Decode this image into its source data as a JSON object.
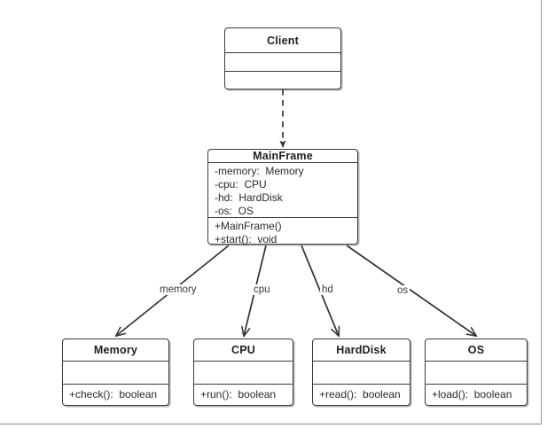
{
  "diagram": {
    "kind": "uml-class-diagram",
    "background": "#ffffff",
    "stroke_color": "#3a3a3a",
    "text_color": "#1d1d1d"
  },
  "classes": [
    {
      "id": "client",
      "name": "Client",
      "attributes": [],
      "operations": []
    },
    {
      "id": "mainframe",
      "name": "MainFrame",
      "attributes": [
        "-memory:  Memory",
        "-cpu:  CPU",
        "-hd:  HardDisk",
        "-os:  OS"
      ],
      "operations": [
        "+MainFrame()",
        "+start():  void"
      ]
    },
    {
      "id": "memory",
      "name": "Memory",
      "attributes": [],
      "operations": [
        "+check():  boolean"
      ]
    },
    {
      "id": "cpu",
      "name": "CPU",
      "attributes": [],
      "operations": [
        "+run():  boolean"
      ]
    },
    {
      "id": "harddisk",
      "name": "HardDisk",
      "attributes": [],
      "operations": [
        "+read():  boolean"
      ]
    },
    {
      "id": "os",
      "name": "OS",
      "attributes": [],
      "operations": [
        "+load():  boolean"
      ]
    }
  ],
  "edges": [
    {
      "id": "client-to-mainframe",
      "from": "client",
      "to": "mainframe",
      "type": "dependency",
      "style": "dashed",
      "arrow": "filled",
      "label": ""
    },
    {
      "id": "mainframe-to-memory",
      "from": "mainframe",
      "to": "memory",
      "type": "association",
      "style": "solid",
      "arrow": "open",
      "label": "memory"
    },
    {
      "id": "mainframe-to-cpu",
      "from": "mainframe",
      "to": "cpu",
      "type": "association",
      "style": "solid",
      "arrow": "open",
      "label": "cpu"
    },
    {
      "id": "mainframe-to-harddisk",
      "from": "mainframe",
      "to": "harddisk",
      "type": "association",
      "style": "solid",
      "arrow": "open",
      "label": "hd"
    },
    {
      "id": "mainframe-to-os",
      "from": "mainframe",
      "to": "os",
      "type": "association",
      "style": "solid",
      "arrow": "open",
      "label": "os"
    }
  ]
}
